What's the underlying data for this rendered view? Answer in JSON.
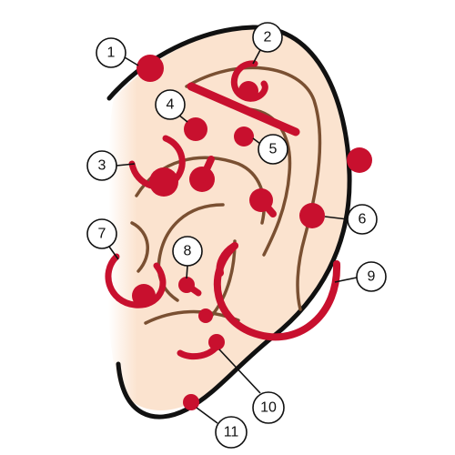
{
  "colors": {
    "skin_inner": "#fbe3cf",
    "skin_outer": "#ffffff",
    "crease": "#7a5032",
    "outline": "#111111",
    "jewelry": "#c8102e"
  },
  "callouts": [
    "1",
    "2",
    "3",
    "4",
    "5",
    "6",
    "7",
    "8",
    "9",
    "10",
    "11"
  ]
}
